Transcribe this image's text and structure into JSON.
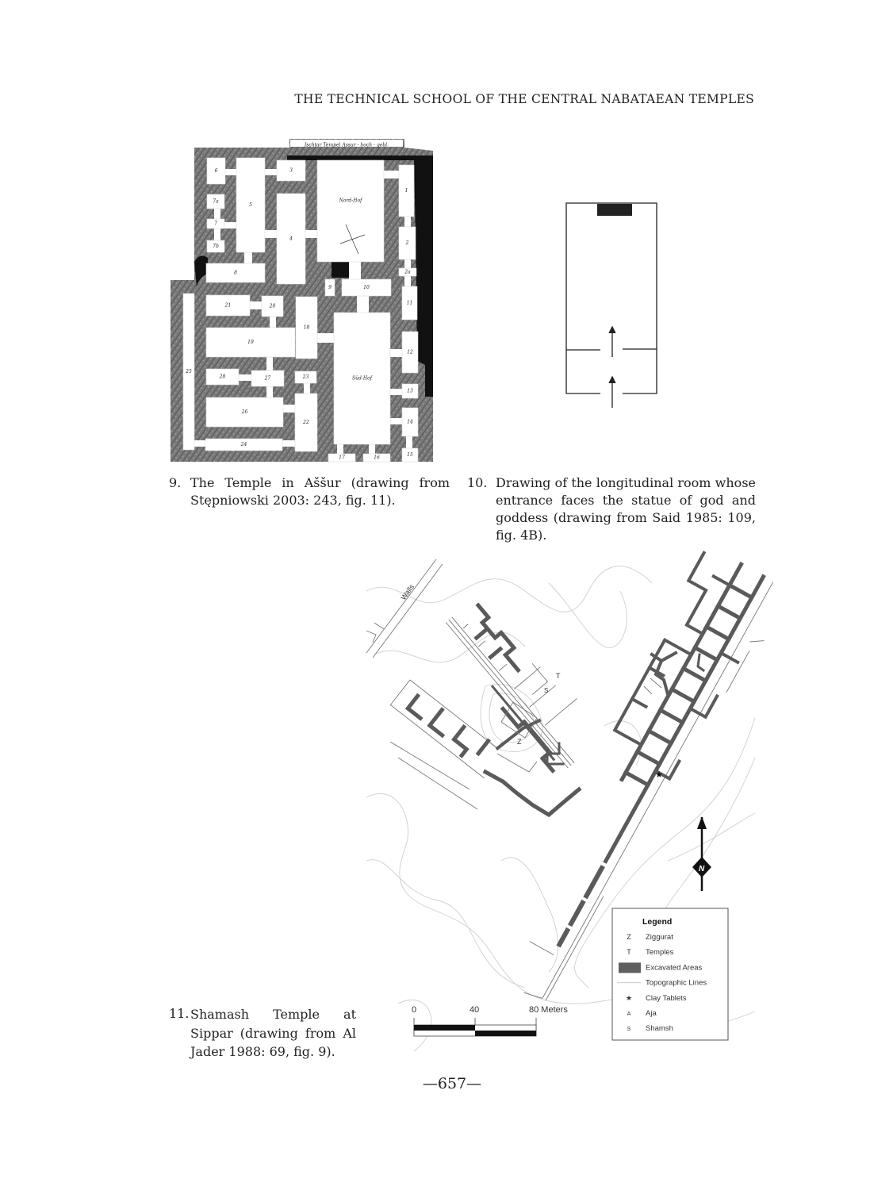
{
  "running_head": "THE TECHNICAL SCHOOL OF THE CENTRAL NABATAEAN TEMPLES",
  "figure_9": {
    "number": "9.",
    "caption": "The Temple in Aššur (drawing from Stępniowski 2003: 243, fig. 11).",
    "drawing_title": "Ischtar Tempel Assur - hoch - gebl.",
    "rooms": [
      "6",
      "5",
      "3",
      "Nord-Hof",
      "1",
      "7a",
      "7",
      "7b",
      "4",
      "2",
      "2a",
      "8",
      "9",
      "10",
      "11",
      "21",
      "20",
      "18",
      "Süd-Hof",
      "19",
      "12",
      "25",
      "28",
      "27",
      "23",
      "13",
      "26",
      "22",
      "14",
      "24",
      "17",
      "16",
      "15"
    ]
  },
  "figure_10": {
    "number": "10.",
    "caption": "Drawing of the longitudinal room whose entrance faces the statue of god and goddess (drawing from Said 1985: 109, fig. 4B)."
  },
  "figure_11": {
    "number": "11.",
    "caption": "Shamash Temple at Sippar (drawing from Al Jader 1988: 69, fig. 9).",
    "map_labels": {
      "walls": "Walls",
      "temple": "T",
      "shamsh": "S",
      "ziggurat": "Z",
      "north": "N"
    },
    "scale": {
      "ticks": [
        "0",
        "40",
        "80 Meters"
      ]
    },
    "legend": {
      "title": "Legend",
      "items": [
        {
          "symbol": "Z",
          "label": "Ziggurat"
        },
        {
          "symbol": "T",
          "label": "Temples"
        },
        {
          "symbol": "",
          "label": "Excavated Areas"
        },
        {
          "symbol": "",
          "label": "Topographic Lines"
        },
        {
          "symbol": "★",
          "label": "Clay Tablets"
        },
        {
          "symbol": "A",
          "label": "Aja"
        },
        {
          "symbol": "S",
          "label": "Shamsh"
        }
      ],
      "excavated_color": "#5f5f5f"
    }
  },
  "folio": "—657—"
}
